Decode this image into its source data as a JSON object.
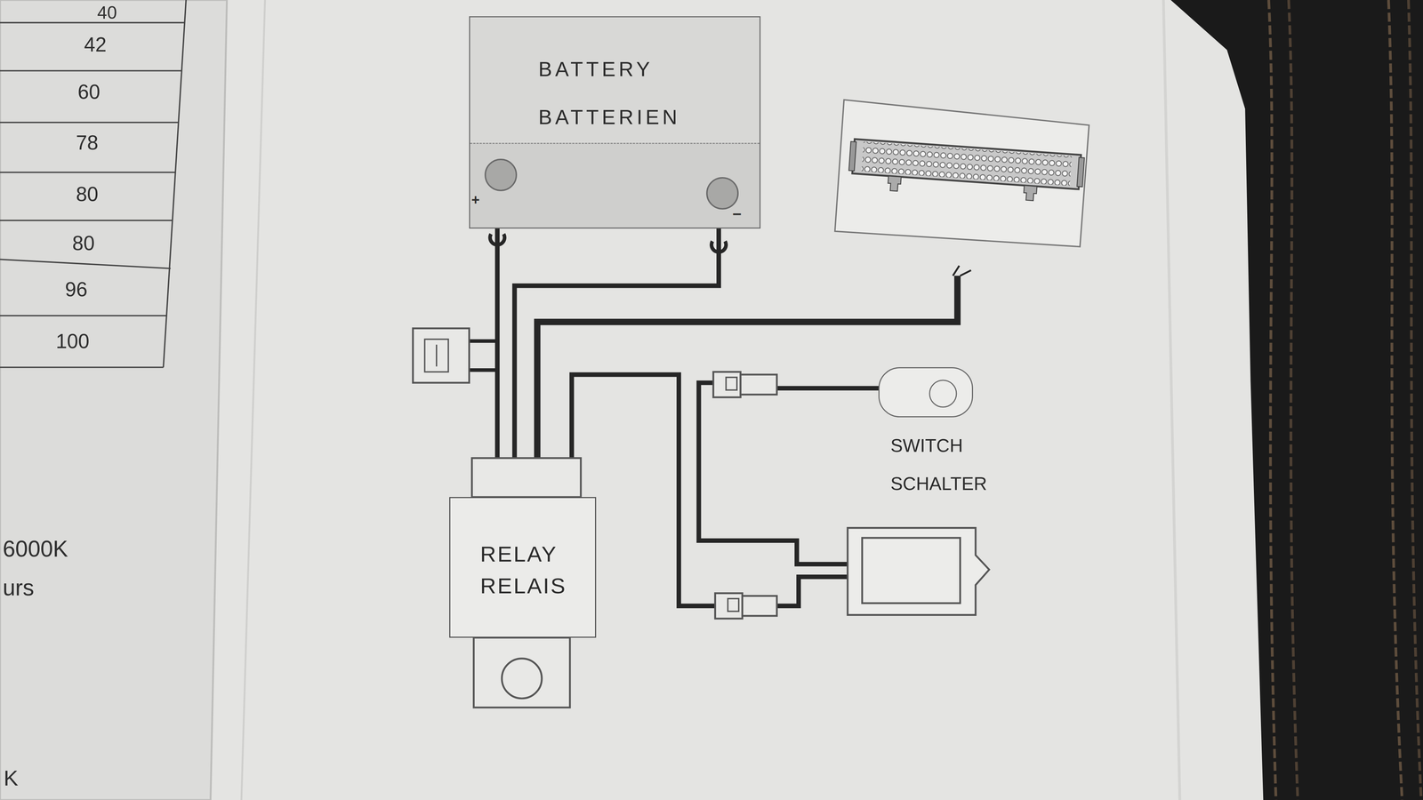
{
  "diagram": {
    "nodes": [
      {
        "text": [
          "BATTERY BATTERIEN"
        ]
      },
      {
        "text": [
          "SWITCH SCHALTER"
        ]
      },
      {
        "text": [
          "RELAY RELAIS"
        ]
      }
    ],
    "edges": [
      {
        "from": 0,
        "to": 2,
        "arrow": "none"
      },
      {
        "from": 0,
        "to": 2,
        "arrow": "none"
      }
    ],
    "labels": [
      "40",
      "42",
      "60",
      "78",
      "80",
      "80",
      "96",
      "100",
      "6000K",
      "urs",
      "K",
      "+",
      "−"
    ]
  }
}
